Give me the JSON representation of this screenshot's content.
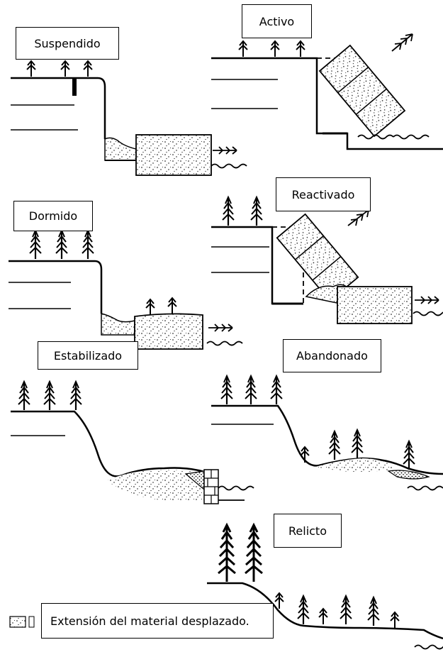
{
  "labels": {
    "suspendido": "Suspendido",
    "activo": "Activo",
    "dormido": "Dormido",
    "reactivado": "Reactivado",
    "estabilizado": "Estabilizado",
    "abandonado": "Abandonado",
    "relicto": "Relicto"
  },
  "legend": {
    "text": "Extensión del material desplazado."
  }
}
